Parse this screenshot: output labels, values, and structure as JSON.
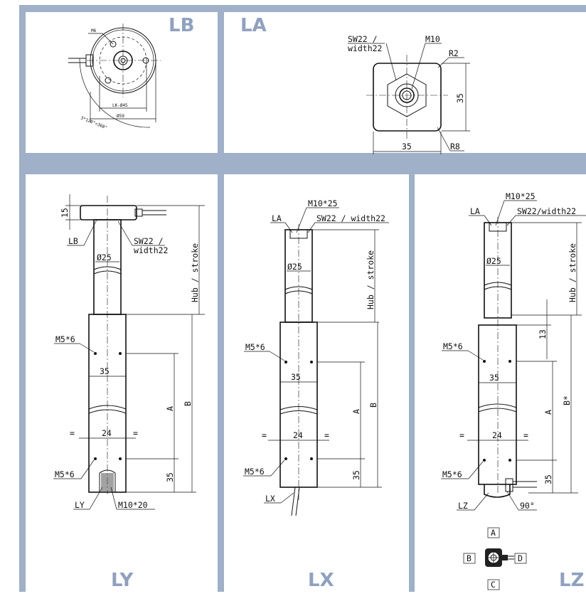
{
  "panels": {
    "LB": {
      "label": "LB",
      "dims": {
        "m6": "M6",
        "lk": "LK-Ø45",
        "dia": "Ø59",
        "angle": "3*120°=360°"
      }
    },
    "LA": {
      "label": "LA",
      "dims": {
        "sw": "SW22 /",
        "width": "width22",
        "m10": "M10",
        "r2": "R2",
        "h": "35",
        "w": "35",
        "r8": "R8"
      }
    },
    "LY": {
      "label": "LY",
      "dims": {
        "d15": "15",
        "lb": "LB",
        "sw": "SW22 /",
        "width": "width22",
        "d25": "Ø25",
        "hub": "Hub / stroke",
        "m5top": "M5*6",
        "w35": "35",
        "a": "A",
        "b": "B",
        "eq1": "=",
        "w24": "24",
        "eq2": "=",
        "m5bot": "M5*6",
        "h35": "35",
        "ly": "LY",
        "m10": "M10*20"
      }
    },
    "LX": {
      "label": "LX",
      "dims": {
        "m10": "M10*25",
        "la": "LA",
        "sw": "SW22 / width22",
        "d25": "Ø25",
        "hub": "Hub / stroke",
        "m5top": "M5*6",
        "w35": "35",
        "a": "A",
        "b": "B",
        "eq1": "=",
        "w24": "24",
        "eq2": "=",
        "m5bot": "M5*6",
        "h35": "35",
        "lx": "LX"
      }
    },
    "LZ": {
      "label": "LZ",
      "dims": {
        "m10": "M10*25",
        "la": "LA",
        "sw": "SW22/width22",
        "d25": "Ø25",
        "hub": "Hub / stroke",
        "d13": "13",
        "m5top": "M5*6",
        "w35": "35",
        "a": "A",
        "b": "B*",
        "eq1": "=",
        "w24": "24",
        "eq2": "=",
        "m5bot": "M5*6",
        "h35": "35",
        "lz": "LZ",
        "deg": "90°",
        "ba": "A",
        "bb": "B",
        "bc": "C",
        "bd": "D"
      }
    }
  }
}
